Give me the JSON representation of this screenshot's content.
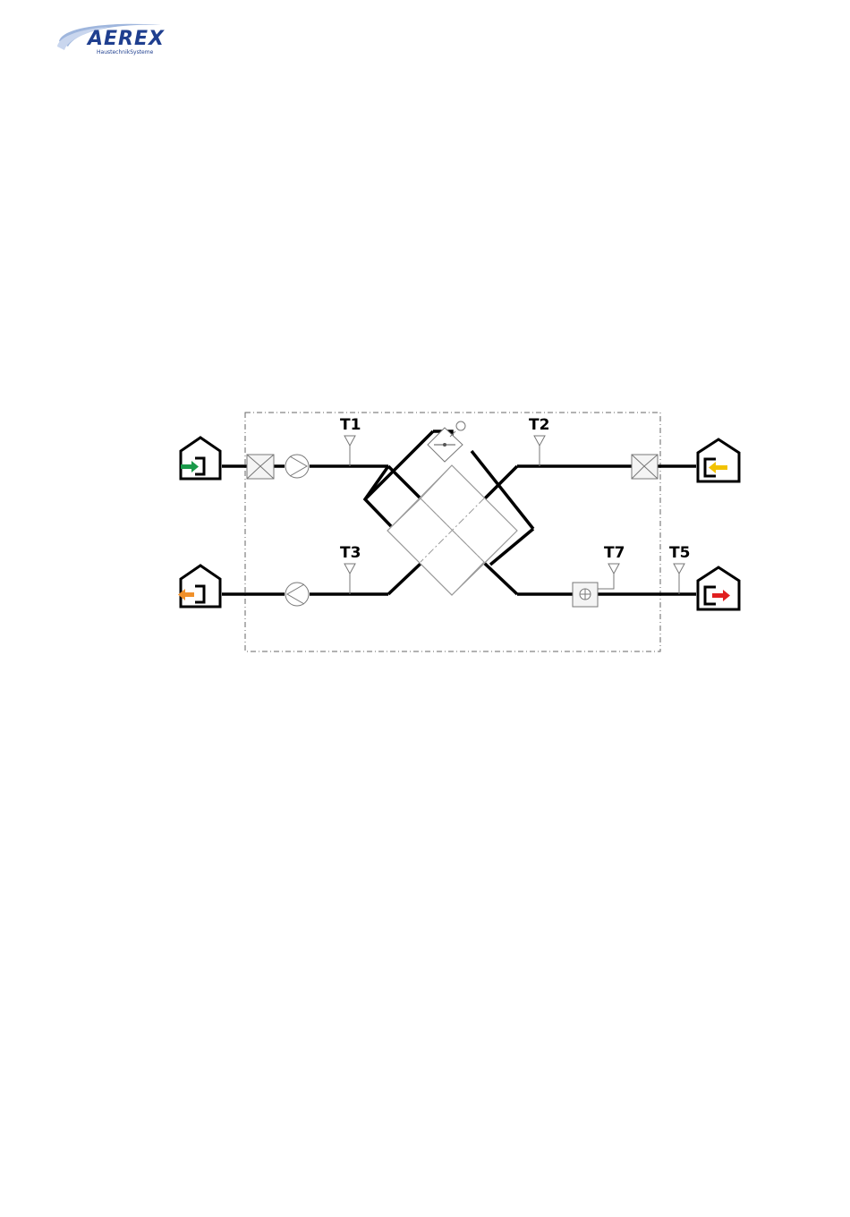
{
  "brand": {
    "name": "AERЕX",
    "tagline": "HaustechnikSysteme",
    "colors": {
      "primary": "#1f3f8f",
      "swoosh": "#9fb6dd"
    }
  },
  "sensors": {
    "t1": "T1",
    "t2": "T2",
    "t3": "T3",
    "t5": "T5",
    "t7": "T7"
  },
  "air_flows": [
    {
      "name": "outdoor-air",
      "arrow_color": "#1a9a4a",
      "direction": "in"
    },
    {
      "name": "exhaust-air",
      "arrow_color": "#f0902a",
      "direction": "out"
    },
    {
      "name": "extract-air",
      "arrow_color": "#f2c200",
      "direction": "in"
    },
    {
      "name": "supply-air",
      "arrow_color": "#e02020",
      "direction": "out"
    }
  ],
  "icons": [
    "house-icon",
    "filter-icon",
    "fan-icon",
    "heat-exchanger-icon",
    "bypass-damper-icon",
    "heater-icon",
    "temperature-sensor-icon"
  ]
}
